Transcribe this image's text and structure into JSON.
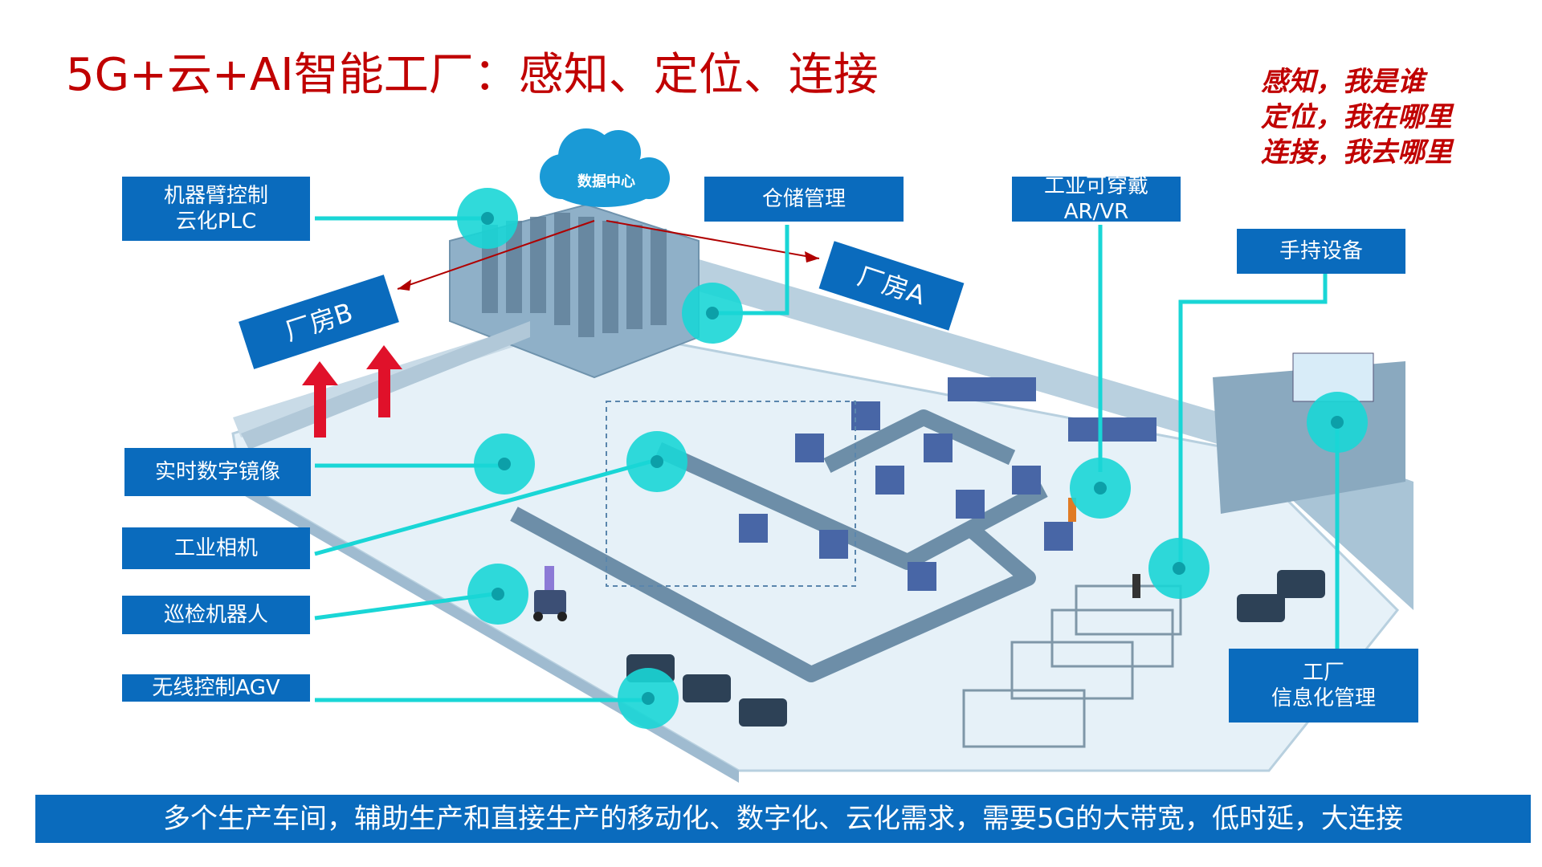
{
  "title": "5G+云+AI智能工厂：感知、定位、连接",
  "taglines": [
    "感知，我是谁",
    "定位，我在哪里",
    "连接，我去哪里"
  ],
  "cloud_label": "数据中心",
  "labels": {
    "plc": [
      "机器臂控制",
      "云化PLC"
    ],
    "warehouse": [
      "仓储管理"
    ],
    "arvr": [
      "工业可穿戴",
      "AR/VR"
    ],
    "handheld": [
      "手持设备"
    ],
    "factory_b": "厂房B",
    "factory_a": "厂房A",
    "digital_twin": [
      "实时数字镜像"
    ],
    "camera": [
      "工业相机"
    ],
    "inspection_robot": [
      "巡检机器人"
    ],
    "agv": [
      "无线控制AGV"
    ],
    "factory_info": [
      "工厂",
      "信息化管理"
    ]
  },
  "banner": "多个生产车间，辅助生产和直接生产的移动化、数字化、云化需求，需要5G的大带宽，低时延，大连接",
  "colors": {
    "title_red": "#c00000",
    "label_blue": "#0a6bbd",
    "connector_teal": "#19d6d6",
    "floor": "#e6f1f8",
    "wall": "#a9c4d6"
  }
}
